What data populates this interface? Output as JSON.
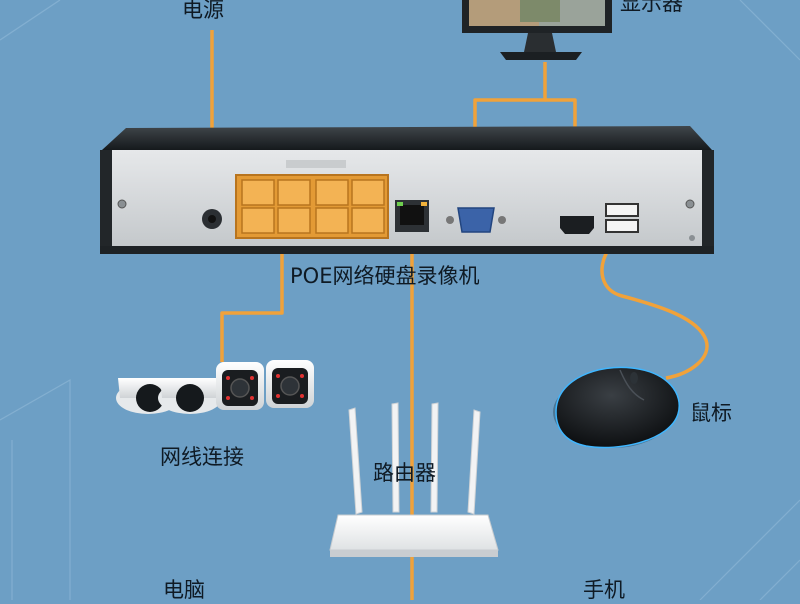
{
  "labels": {
    "power": "电源",
    "monitor": "显示器",
    "nvr": "POE网络硬盘录像机",
    "cameras": "网线连接",
    "mouse": "鼠标",
    "router": "路由器",
    "computer": "电脑",
    "phone": "手机"
  },
  "colors": {
    "background": "#6d9fc5",
    "cable": "#f1a23a",
    "device_dark": "#252b30",
    "device_panel": "#d3d6d8",
    "port_orange": "#e39a35"
  },
  "icons": [
    "power-plug-icon",
    "monitor-icon",
    "nvr-device-icon",
    "ip-camera-icon",
    "router-icon",
    "mouse-icon"
  ]
}
